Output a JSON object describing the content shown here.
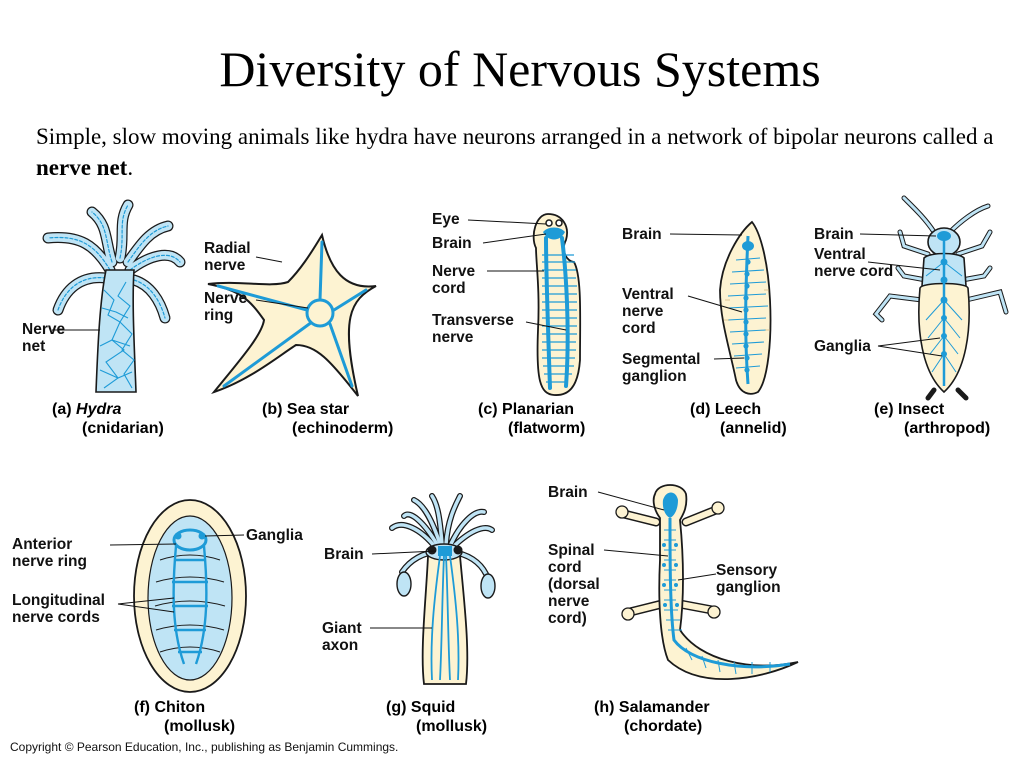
{
  "slide": {
    "title": "Diversity of Nervous Systems",
    "intro_part1": "Simple, slow moving animals like hydra have neurons arranged in a network of bipolar neurons called a ",
    "intro_bold": "nerve net",
    "intro_end": ".",
    "copyright": "Copyright © Pearson Education, Inc., publishing as Benjamin Cummings."
  },
  "colors": {
    "nerve": "#1e9bd7",
    "nerve_light": "#7cc8ea",
    "body_fill": "#fdf3d2",
    "outline": "#1a1a1a"
  },
  "panels": {
    "hydra": {
      "letter": "(a)",
      "name": "Hydra",
      "group": "(cnidarian)",
      "labels": {
        "nerve_net": "Nerve\nnet"
      }
    },
    "seastar": {
      "letter": "(b)",
      "name": "Sea star",
      "group": "(echinoderm)",
      "labels": {
        "radial_nerve": "Radial\nnerve",
        "nerve_ring": "Nerve\nring"
      }
    },
    "planarian": {
      "letter": "(c)",
      "name": "Planarian",
      "group": "(flatworm)",
      "labels": {
        "eye": "Eye",
        "brain": "Brain",
        "nerve_cord": "Nerve\ncord",
        "transverse_nerve": "Transverse\nnerve"
      }
    },
    "leech": {
      "letter": "(d)",
      "name": "Leech",
      "group": "(annelid)",
      "labels": {
        "brain": "Brain",
        "ventral_nerve_cord": "Ventral\nnerve\ncord",
        "segmental_ganglion": "Segmental\nganglion"
      }
    },
    "insect": {
      "letter": "(e)",
      "name": "Insect",
      "group": "(arthropod)",
      "labels": {
        "brain": "Brain",
        "ventral_nerve_cord": "Ventral\nnerve cord",
        "ganglia": "Ganglia"
      }
    },
    "chiton": {
      "letter": "(f)",
      "name": "Chiton",
      "group": "(mollusk)",
      "labels": {
        "anterior_nerve_ring": "Anterior\nnerve ring",
        "ganglia": "Ganglia",
        "longitudinal_nerve_cords": "Longitudinal\nnerve cords"
      }
    },
    "squid": {
      "letter": "(g)",
      "name": "Squid",
      "group": "(mollusk)",
      "labels": {
        "brain": "Brain",
        "giant_axon": "Giant\naxon"
      }
    },
    "salamander": {
      "letter": "(h)",
      "name": "Salamander",
      "group": "(chordate)",
      "labels": {
        "brain": "Brain",
        "spinal_cord": "Spinal\ncord\n(dorsal\nnerve\ncord)",
        "sensory_ganglion": "Sensory\nganglion"
      }
    }
  }
}
